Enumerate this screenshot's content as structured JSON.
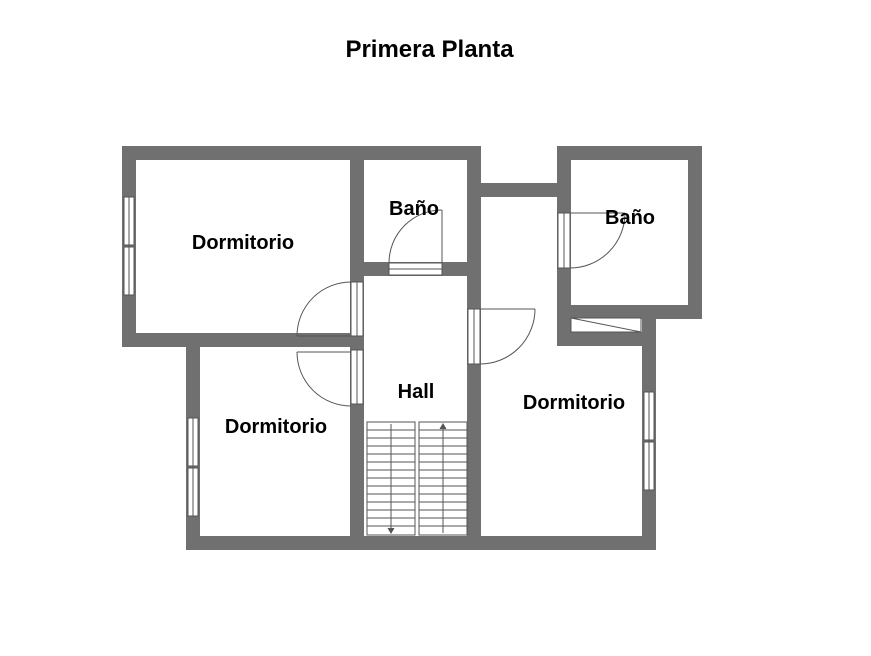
{
  "title": "Primera Planta",
  "rooms": [
    {
      "label": "Dormitorio"
    },
    {
      "label": "Baño"
    },
    {
      "label": "Baño"
    },
    {
      "label": "Hall"
    },
    {
      "label": "Dormitorio"
    },
    {
      "label": "Dormitorio"
    }
  ],
  "colors": {
    "wall": "#707070",
    "line": "#555555",
    "window": "#ffffff",
    "background": "#ffffff"
  }
}
